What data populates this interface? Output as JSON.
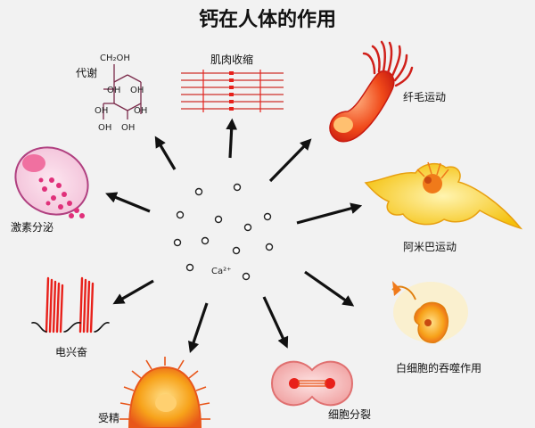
{
  "title": "钙在人体的作用",
  "center": {
    "ion_label": "Ca²⁺"
  },
  "molecule_labels": [
    "CH₂OH",
    "OH",
    "OH",
    "OH",
    "OH",
    "OH",
    "OH"
  ],
  "roles": [
    {
      "key": "metabolism",
      "label": "代谢"
    },
    {
      "key": "muscle",
      "label": "肌肉收缩"
    },
    {
      "key": "cilia",
      "label": "纤毛运动"
    },
    {
      "key": "hormone",
      "label": "激素分泌"
    },
    {
      "key": "amoeba",
      "label": "阿米巴运动"
    },
    {
      "key": "electric",
      "label": "电兴奋"
    },
    {
      "key": "phago",
      "label": "白细胞的吞噬作用"
    },
    {
      "key": "fert",
      "label": "受精"
    },
    {
      "key": "division",
      "label": "细胞分裂"
    }
  ],
  "colors": {
    "arrow": "#111111",
    "red": "#e8201a",
    "orange": "#f07a1a",
    "yellow": "#f4b400",
    "pink": "#e0307a",
    "molecule": "#7a2a4a"
  }
}
